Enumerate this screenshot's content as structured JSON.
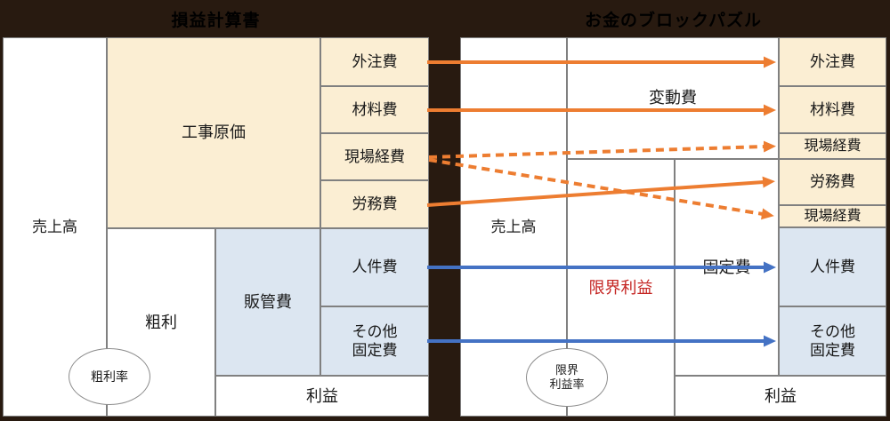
{
  "header": {
    "left_title": "損益計算書",
    "right_title": "お金のブロックパズル"
  },
  "left_panel": {
    "sales": "売上高",
    "construction_cost": "工事原価",
    "outsourcing": "外注費",
    "materials": "材料費",
    "site_expense": "現場経費",
    "labor": "労務費",
    "gross_profit": "粗利",
    "sgna": "販管費",
    "personnel": "人件費",
    "other_fixed_line1": "その他",
    "other_fixed_line2": "固定費",
    "profit": "利益",
    "gross_margin_rate": "粗利率"
  },
  "right_panel": {
    "sales": "売上高",
    "variable_costs": "変動費",
    "outsourcing": "外注費",
    "materials": "材料費",
    "site_expense_variable": "現場経費",
    "labor": "労務費",
    "site_expense_fixed": "現場経費",
    "personnel": "人件費",
    "other_fixed_line1": "その他",
    "other_fixed_line2": "固定費",
    "fixed_costs": "固定費",
    "marginal_profit": "限界利益",
    "profit": "利益",
    "marginal_rate_line1": "限界",
    "marginal_rate_line2": "利益率"
  },
  "arrow_mappings": [
    {
      "from": "外注費",
      "to": "外注費",
      "style": "solid",
      "color": "#ED7D31"
    },
    {
      "from": "材料費",
      "to": "材料費",
      "style": "solid",
      "color": "#ED7D31"
    },
    {
      "from": "現場経費",
      "to": "現場経費(変動費)",
      "style": "dashed",
      "color": "#ED7D31"
    },
    {
      "from": "現場経費",
      "to": "現場経費(固定費)",
      "style": "dashed",
      "color": "#ED7D31"
    },
    {
      "from": "労務費",
      "to": "労務費",
      "style": "solid",
      "color": "#ED7D31"
    },
    {
      "from": "人件費",
      "to": "人件費",
      "style": "solid",
      "color": "#4472C4"
    },
    {
      "from": "その他固定費",
      "to": "その他固定費",
      "style": "solid",
      "color": "#4472C4"
    }
  ],
  "colors": {
    "background": "#281A10",
    "panel": "#FFFFFF",
    "cost_fill": "#FBEED3",
    "fixed_fill": "#DCE6F1",
    "border": "#808080",
    "arrow_orange": "#ED7D31",
    "arrow_blue": "#4472C4",
    "marginal_red": "#C42421",
    "title_text": "#000000"
  }
}
